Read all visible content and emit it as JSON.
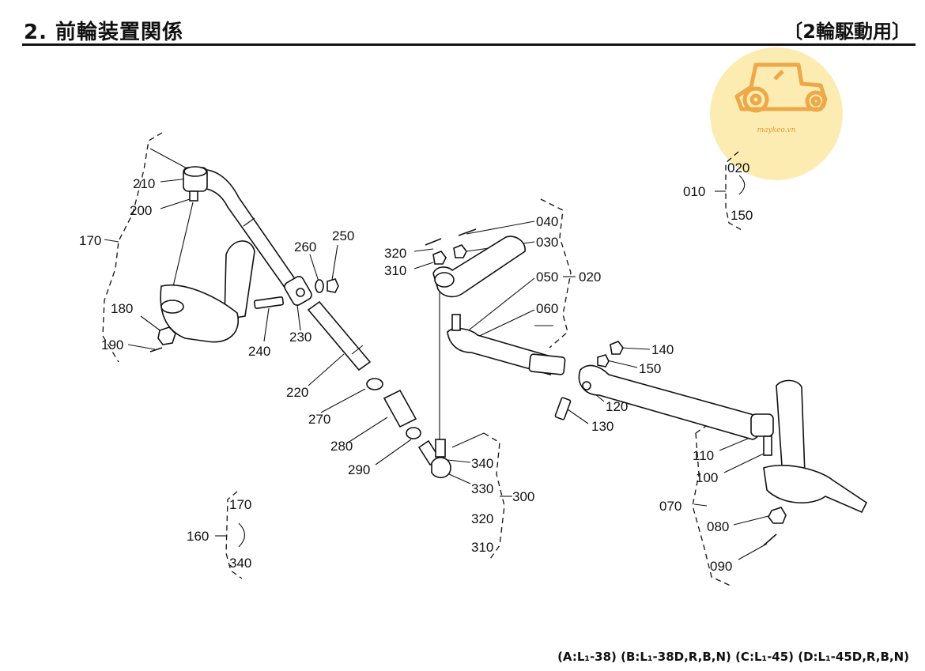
{
  "header": {
    "title": "2. 前輪装置関係",
    "drive": "〔2輪駆動用〕"
  },
  "watermark": {
    "text": "maykeo.vn",
    "icon": "tractor-icon"
  },
  "labels": {
    "p010": "010",
    "p020a": "020",
    "p150a": "150",
    "p040": "040",
    "p030": "030",
    "p320a": "320",
    "p310a": "310",
    "p050": "050",
    "p020b": "020",
    "p060": "060",
    "p140": "140",
    "p150b": "150",
    "p120": "120",
    "p130": "130",
    "p110": "110",
    "p100": "100",
    "p070": "070",
    "p080": "080",
    "p090": "090",
    "p210": "210",
    "p200": "200",
    "p170a": "170",
    "p260": "260",
    "p250": "250",
    "p180": "180",
    "p190": "190",
    "p240": "240",
    "p230": "230",
    "p220": "220",
    "p270": "270",
    "p280": "280",
    "p290": "290",
    "p340a": "340",
    "p330": "330",
    "p300": "300",
    "p320b": "320",
    "p310b": "310",
    "p170b": "170",
    "p160": "160",
    "p340b": "340"
  },
  "footer": {
    "models": "(A:L₁-38) (B:L₁-38D,R,B,N) (C:L₁-45) (D:L₁-45D,R,B,N)"
  }
}
